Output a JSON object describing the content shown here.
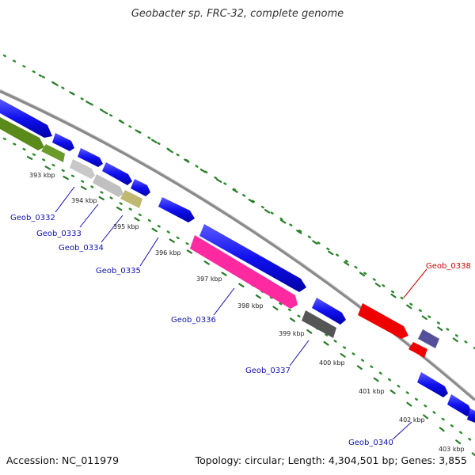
{
  "title": "Geobacter sp. FRC-32, complete genome",
  "footer": {
    "accession": "Accession: NC_011979",
    "summary": "Topology: circular; Length: 4,304,501 bp; Genes: 3,855"
  },
  "ticks": [
    "393 kbp",
    "394 kbp",
    "395 kbp",
    "396 kbp",
    "397 kbp",
    "398 kbp",
    "399 kbp",
    "400 kbp",
    "401 kbp",
    "402 kbp",
    "403 kbp"
  ],
  "gene_labels": [
    {
      "text": "Geob_0332",
      "color": "#1010b0"
    },
    {
      "text": "Geob_0333",
      "color": "#1010b0"
    },
    {
      "text": "Geob_0334",
      "color": "#1010b0"
    },
    {
      "text": "Geob_0335",
      "color": "#1010b0"
    },
    {
      "text": "Geob_0336",
      "color": "#1010b0"
    },
    {
      "text": "Geob_0337",
      "color": "#1010b0"
    },
    {
      "text": "Geob_0338",
      "color": "#d00000"
    },
    {
      "text": "Geob_0340",
      "color": "#1010b0"
    }
  ],
  "colors": {
    "forward_cds": "#1010ee",
    "reverse_green": "#5a8a1a",
    "pseudo_grey": "#c8c8c8",
    "khaki": "#c0b870",
    "magenta": "#ff2aa0",
    "dark_grey": "#555555",
    "red": "#ee0000",
    "slate": "#55509a",
    "backbone": "#888888",
    "gc_dots": "#2a8a2a"
  }
}
